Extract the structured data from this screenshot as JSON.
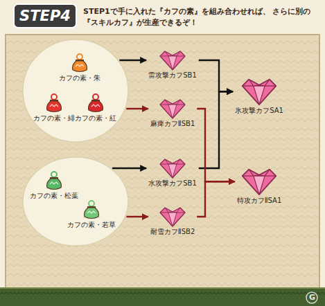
{
  "diagram": {
    "title": "STEP4",
    "nodes": [
      {
        "text": []
      },
      {
        "text": [
          "カフの素・朱"
        ],
        "in": 0
      },
      {
        "text": [
          "カフの素・緋"
        ],
        "in": 0
      },
      {
        "text": [
          "カフの素・紅"
        ],
        "in": 0
      },
      {
        "text": []
      },
      {
        "text": [
          "カフの素・松葉"
        ],
        "in": 4
      },
      {
        "text": [
          "カフの素・若草"
        ],
        "in": 4
      },
      {
        "text": [
          "雷攻撃カフSB1"
        ]
      },
      {
        "text": [
          "麻痺カフⅡSB1"
        ]
      },
      {
        "text": [
          "水攻撃カフSB1"
        ]
      },
      {
        "text": [
          "耐雪カフⅡSB2"
        ]
      },
      {
        "text": [
          "氷攻撃カフSA1"
        ]
      },
      {
        "text": [
          "特攻カフⅡSA1"
        ]
      }
    ],
    "edges": [
      {
        "from": 0,
        "to": 7,
        "arrow": "to"
      },
      {
        "from": 0,
        "to": 8,
        "arrow": "to"
      },
      {
        "from": 4,
        "to": 9,
        "arrow": "to"
      },
      {
        "from": 4,
        "to": 10,
        "arrow": "to"
      },
      {
        "from": 7,
        "to": 11,
        "arrow": "to"
      },
      {
        "from": 9,
        "to": 11,
        "arrow": "to"
      },
      {
        "from": 8,
        "to": 12,
        "arrow": "to"
      },
      {
        "from": 10,
        "to": 12,
        "arrow": "to"
      }
    ],
    "labels": [
      "STEP1で手に入れた『カフの素』を組み合わせれば、 さらに別の『スキルカフ』が生産できるぞ！",
      "G"
    ]
  }
}
